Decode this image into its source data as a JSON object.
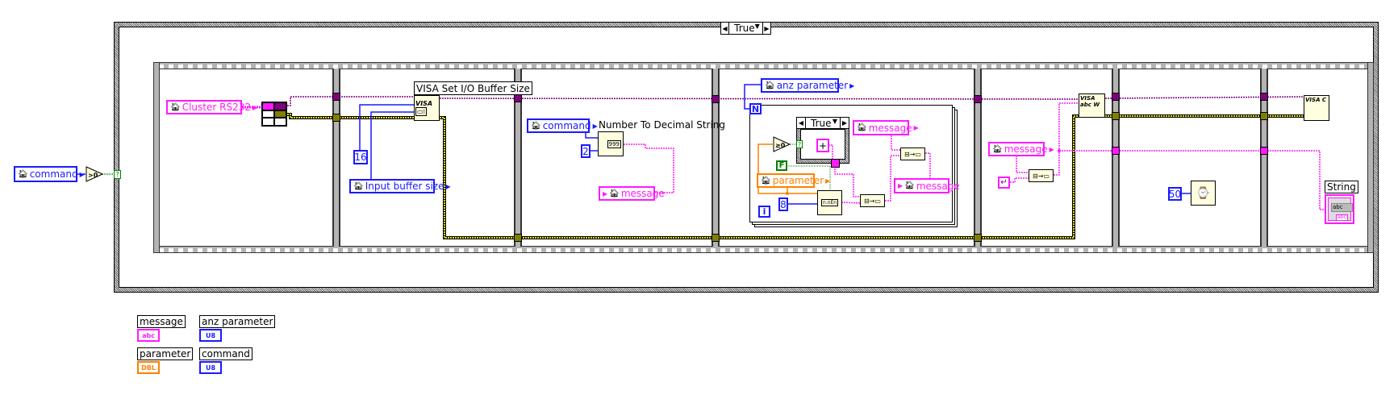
{
  "outer_case": {
    "selector": "True",
    "selector_terminal": "?"
  },
  "left": {
    "command_local": "command",
    "compare_op": ">0"
  },
  "frames": {
    "f1": {
      "cluster_local": "Cluster RS232"
    },
    "f2": {
      "node_label": "VISA Set I/O Buffer Size",
      "node_icon": "VISA",
      "const_16": "16",
      "buffer_local": "Input buffer size"
    },
    "f3": {
      "command_local": "command",
      "node_label": "Number To Decimal String",
      "const_2": "2",
      "message_local": "message",
      "node_glyph": "999"
    },
    "f4": {
      "anz_local": "anz parameter",
      "loop_count": "N",
      "loop_index": "i",
      "inner_selector": "True",
      "inner_terminal": "?",
      "compare_op": "≥0",
      "false_const": "F",
      "parameter_local": "parameter",
      "const_8": "8",
      "plus_const": "+",
      "message_read": "message",
      "message_write": "message",
      "format_glyph": "n.nEn"
    },
    "f5": {
      "message_local": "message",
      "visa_write_icon": "VISA abc W"
    },
    "f6": {
      "const_50": "50"
    },
    "f7": {
      "visa_close_icon": "VISA C",
      "string_label": "String",
      "string_value": "abc",
      "string_type": "abc"
    }
  },
  "legend": [
    {
      "label": "message",
      "type": "abc",
      "color": "#ff1aff"
    },
    {
      "label": "anz parameter",
      "type": "U8",
      "color": "#1a1aff"
    },
    {
      "label": "parameter",
      "type": "DBL",
      "color": "#ff8000"
    },
    {
      "label": "command",
      "type": "U8",
      "color": "#1a1aff"
    }
  ],
  "colors": {
    "visa": "#800080",
    "error": "#808000",
    "string": "#ff1aff",
    "integer": "#1a1aff",
    "double": "#ff8000",
    "boolean": "#008000"
  }
}
